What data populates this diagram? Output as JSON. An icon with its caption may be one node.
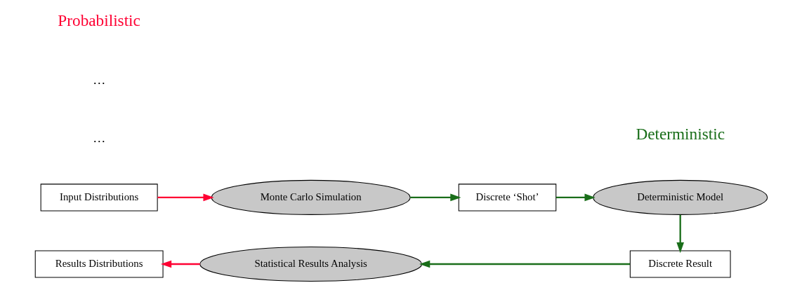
{
  "diagram": {
    "nodes": [
      {
        "text": [
          "Input Distributions"
        ]
      },
      {
        "text": [
          "Monte Carlo Simulation"
        ]
      },
      {
        "text": [
          "Discrete ‘Shot’"
        ]
      },
      {
        "text": [
          "Deterministic Model"
        ]
      },
      {
        "text": [
          "Discrete Result"
        ]
      },
      {
        "text": [
          "Statistical Results Analysis"
        ]
      },
      {
        "text": [
          "Results Distributions"
        ]
      }
    ],
    "edges": [
      {
        "from": 0,
        "to": 1,
        "arrow": "to",
        "color": "#ff0033"
      },
      {
        "from": 1,
        "to": 2,
        "arrow": "to"
      },
      {
        "from": 2,
        "to": 3,
        "arrow": "to"
      },
      {
        "from": 3,
        "to": 4,
        "arrow": "to"
      },
      {
        "from": 4,
        "to": 5,
        "arrow": "to"
      },
      {
        "from": 5,
        "to": 6,
        "arrow": "to",
        "color": "#ff0033"
      }
    ],
    "labels": [
      "…",
      "…",
      "Probabilistic",
      "Deterministic"
    ]
  }
}
